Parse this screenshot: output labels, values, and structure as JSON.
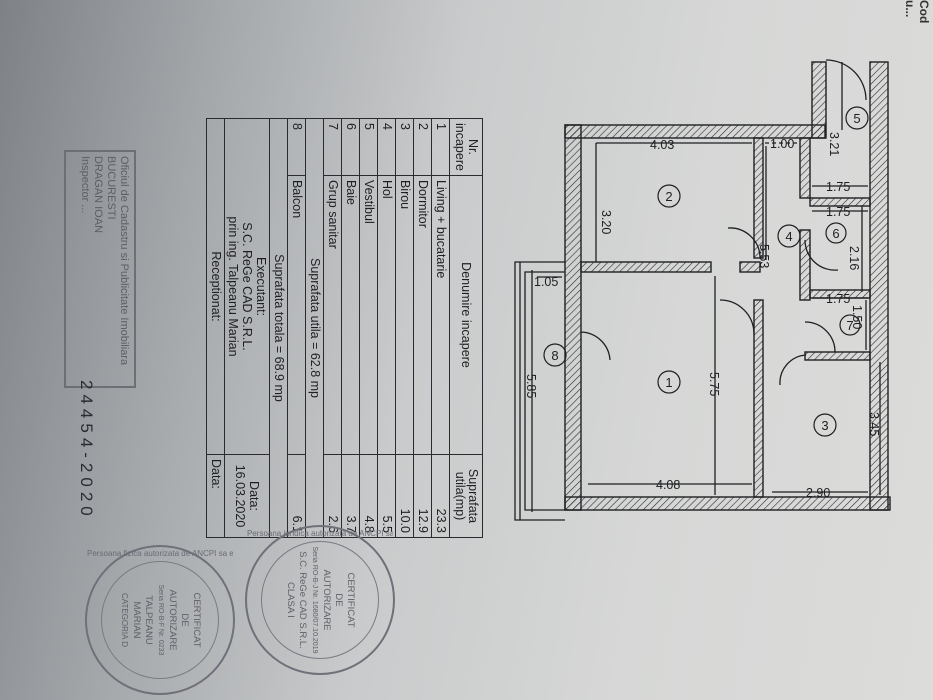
{
  "corner_label": "Cod u...",
  "table": {
    "headers": {
      "nr": "Nr. incapere",
      "denumire": "Denumire incapere",
      "suprafata": "Suprafata utila(mp)"
    },
    "rows": [
      {
        "nr": "1",
        "name": "Living + bucatarie",
        "area": "23.3"
      },
      {
        "nr": "2",
        "name": "Dormitor",
        "area": "12.9"
      },
      {
        "nr": "3",
        "name": "Birou",
        "area": "10.0"
      },
      {
        "nr": "4",
        "name": "Hol",
        "area": "5.5"
      },
      {
        "nr": "5",
        "name": "Vestibul",
        "area": "4.8"
      },
      {
        "nr": "6",
        "name": "Baie",
        "area": "3.7"
      },
      {
        "nr": "7",
        "name": "Grup sanitar",
        "area": "2.6"
      }
    ],
    "suprafata_utila": "Suprafata utila = 62.8 mp",
    "balcon": {
      "nr": "8",
      "name": "Balcon",
      "area": "6.1"
    },
    "suprafata_totala": "Suprafata totala = 68.9 mp",
    "executant_label": "Executant:",
    "executant_lines": [
      "S.C. ReGe CAD S.R.L.",
      "prin ing. Talpeanu Marian"
    ],
    "data_label": "Data:",
    "data_value": "16.03.2020",
    "receptionat_label": "Receptionat:",
    "data2_label": "Data:"
  },
  "office_stamp": {
    "lines": [
      "Oficiul de Cadastru si Publicitate Imobiliara",
      "BUCURESTI",
      "DRAGAN IOAN",
      "Inspector ..."
    ]
  },
  "registration_number": "24454-2020",
  "stamps": [
    {
      "lines": [
        "CERTIFICAT",
        "DE",
        "AUTORIZARE",
        "Seria RO-B-J Nr. 1680/07.10.2019",
        "S.C. ReGe CAD S.R.L.",
        "CLASA I"
      ],
      "circle": "Persoana juridica autorizata de ANCPI sa execute lucrari de cadastru, geodezie si cartografie"
    },
    {
      "lines": [
        "CERTIFICAT",
        "DE",
        "AUTORIZARE",
        "Seria RO-B-F Nr. 0233",
        "TALPEANU",
        "MARIAN",
        "CATEGORIA D"
      ],
      "circle": "Persoana fizica autorizata de ANCPI sa execute lucrari de cadastru, geodezie si cartografie"
    }
  ],
  "plan": {
    "room_numbers": [
      "1",
      "2",
      "3",
      "4",
      "5",
      "6",
      "7",
      "8"
    ],
    "dimensions": [
      "4.03",
      "3.20",
      "1.00",
      "3.21",
      "5.53",
      "1.75",
      "1.75",
      "2.16",
      "1.75",
      "1.50",
      "1.05",
      "5.75",
      "4.08",
      "3.45",
      "2.90",
      "5.85"
    ]
  },
  "colors": {
    "ink": "#1e1f22",
    "stamp": "#6e6f76",
    "paper": "#d6d7d6"
  }
}
